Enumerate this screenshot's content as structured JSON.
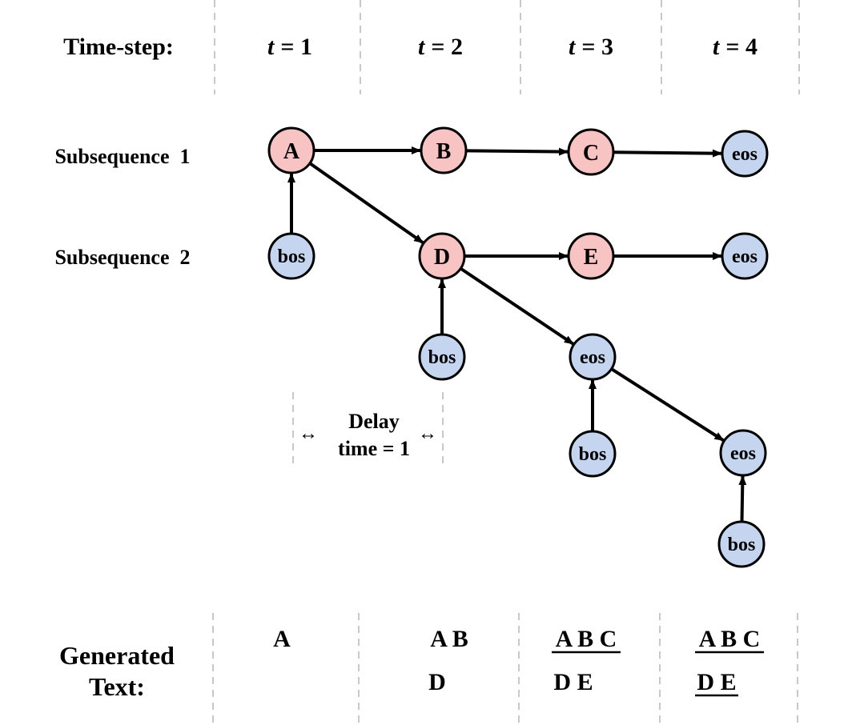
{
  "header": {
    "label": "Time-step:",
    "steps": [
      {
        "var": "t",
        "eq": "= 1"
      },
      {
        "var": "t",
        "eq": "= 2"
      },
      {
        "var": "t",
        "eq": "= 3"
      },
      {
        "var": "t",
        "eq": "= 4"
      }
    ]
  },
  "rows": {
    "sub1": "Subsequence  1",
    "sub2": "Subsequence  2"
  },
  "colors": {
    "token_fill": "#f7c3c3",
    "special_fill": "#c5d5f0",
    "stroke": "#000000",
    "separator": "#c8c8c8"
  },
  "nodes": [
    {
      "id": "A",
      "label": "A",
      "kind": "token"
    },
    {
      "id": "B",
      "label": "B",
      "kind": "token"
    },
    {
      "id": "C",
      "label": "C",
      "kind": "token"
    },
    {
      "id": "eos1",
      "label": "eos",
      "kind": "special"
    },
    {
      "id": "bos1",
      "label": "bos",
      "kind": "special"
    },
    {
      "id": "D",
      "label": "D",
      "kind": "token"
    },
    {
      "id": "E",
      "label": "E",
      "kind": "token"
    },
    {
      "id": "eos2",
      "label": "eos",
      "kind": "special"
    },
    {
      "id": "bos2",
      "label": "bos",
      "kind": "special"
    },
    {
      "id": "eos3",
      "label": "eos",
      "kind": "special"
    },
    {
      "id": "bos3",
      "label": "bos",
      "kind": "special"
    },
    {
      "id": "eos4",
      "label": "eos",
      "kind": "special"
    },
    {
      "id": "bos4",
      "label": "bos",
      "kind": "special"
    }
  ],
  "edges": [
    {
      "from": "A",
      "to": "B"
    },
    {
      "from": "B",
      "to": "C"
    },
    {
      "from": "C",
      "to": "eos1"
    },
    {
      "from": "bos1",
      "to": "A"
    },
    {
      "from": "A",
      "to": "D"
    },
    {
      "from": "D",
      "to": "E"
    },
    {
      "from": "E",
      "to": "eos2"
    },
    {
      "from": "bos2",
      "to": "D"
    },
    {
      "from": "D",
      "to": "eos3"
    },
    {
      "from": "bos3",
      "to": "eos3"
    },
    {
      "from": "eos3",
      "to": "eos4"
    },
    {
      "from": "bos4",
      "to": "eos4"
    }
  ],
  "delay": {
    "line1": "Delay",
    "line2": "time = 1",
    "arrow_glyph": "↔"
  },
  "generated": {
    "label_line1": "Generated",
    "label_line2": "Text:",
    "cols": [
      {
        "line1": "A",
        "line2": "",
        "underline1": false,
        "underline2": false
      },
      {
        "line1": "A B",
        "line2": "D",
        "underline1": false,
        "underline2": false
      },
      {
        "line1": "A B C",
        "line2": "D E",
        "underline1": true,
        "underline2": false
      },
      {
        "line1": "A B C",
        "line2": "D E",
        "underline1": true,
        "underline2": true
      }
    ]
  }
}
